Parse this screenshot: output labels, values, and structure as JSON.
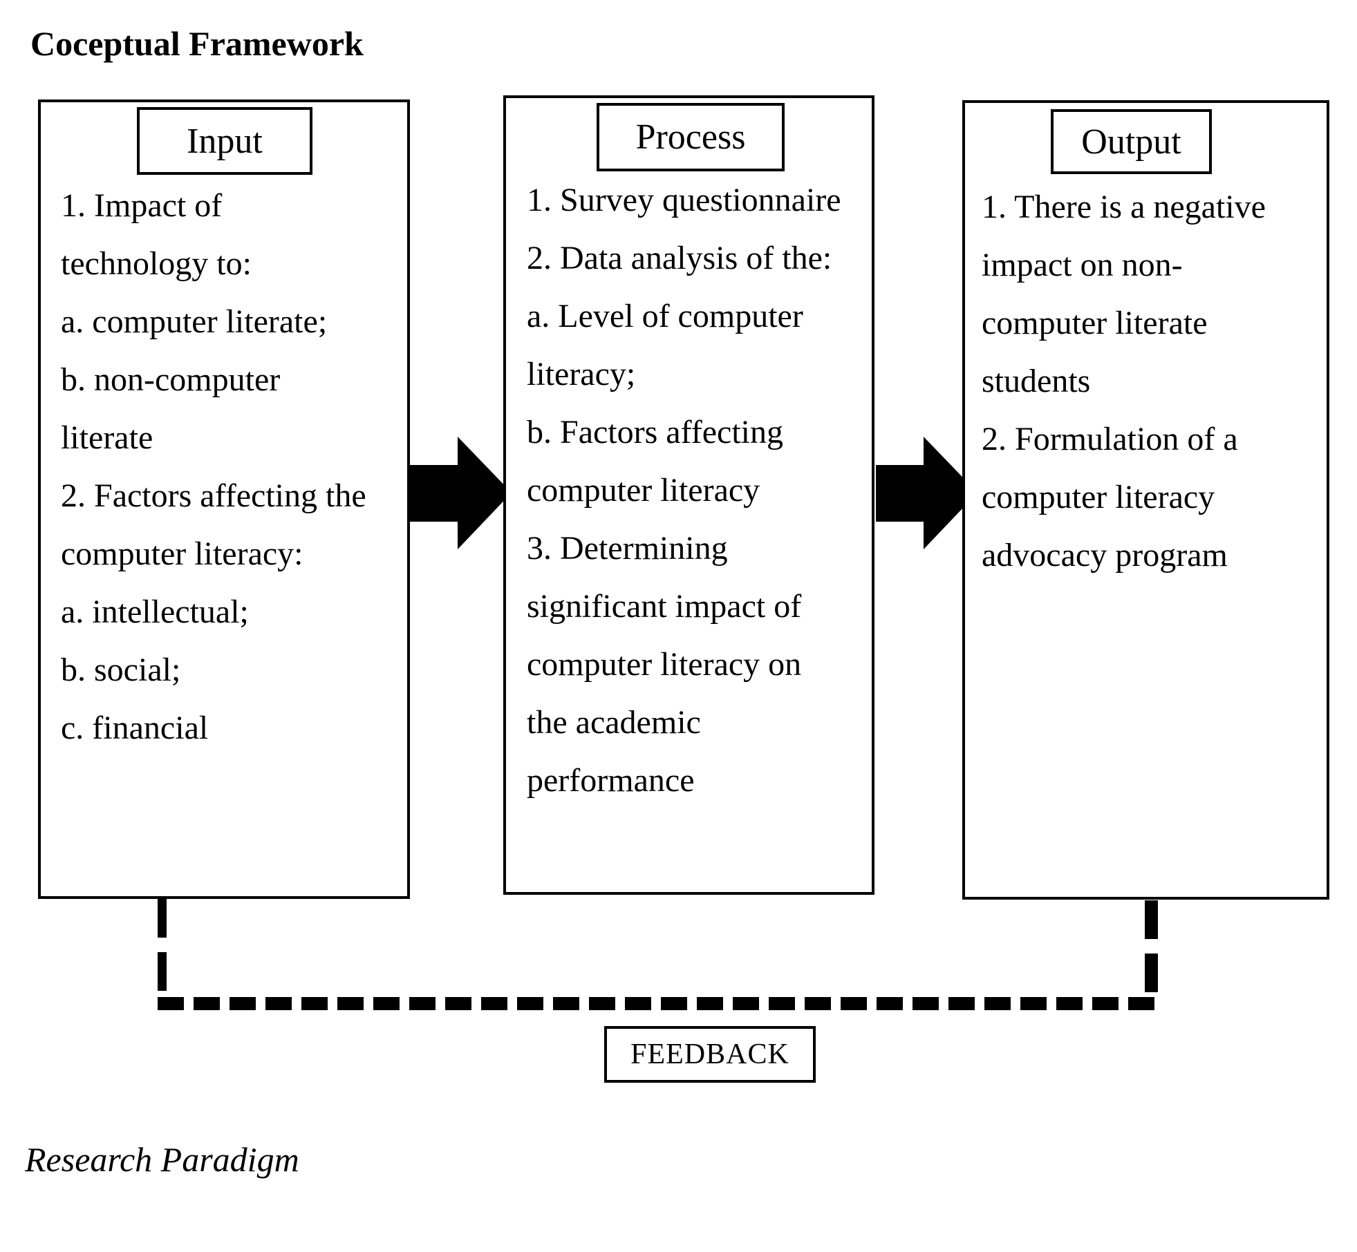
{
  "title": "Coceptual Framework",
  "caption": "Research Paradigm",
  "feedback": {
    "label": "FEEDBACK"
  },
  "columns": {
    "input": {
      "label": "Input",
      "body": "1. Impact of\ntechnology to:\na. computer literate;\nb. non-computer\nliterate\n2. Factors affecting the\ncomputer literacy:\na. intellectual;\nb. social;\nc. financial"
    },
    "process": {
      "label": "Process",
      "body": "1. Survey questionnaire\n2. Data analysis of the:\na. Level of computer\nliteracy;\nb. Factors affecting\ncomputer literacy\n3. Determining\nsignificant impact of\ncomputer literacy on\nthe academic\nperformance"
    },
    "output": {
      "label": "Output",
      "body": "1. There is a negative\nimpact on non-\ncomputer literate\nstudents\n2. Formulation of a\ncomputer literacy\nadvocacy program"
    }
  },
  "icons": {
    "arrow_input_to_process": "block-arrow-right",
    "arrow_process_to_output": "block-arrow-right"
  },
  "colors": {
    "ink": "#000000",
    "background": "#ffffff"
  }
}
